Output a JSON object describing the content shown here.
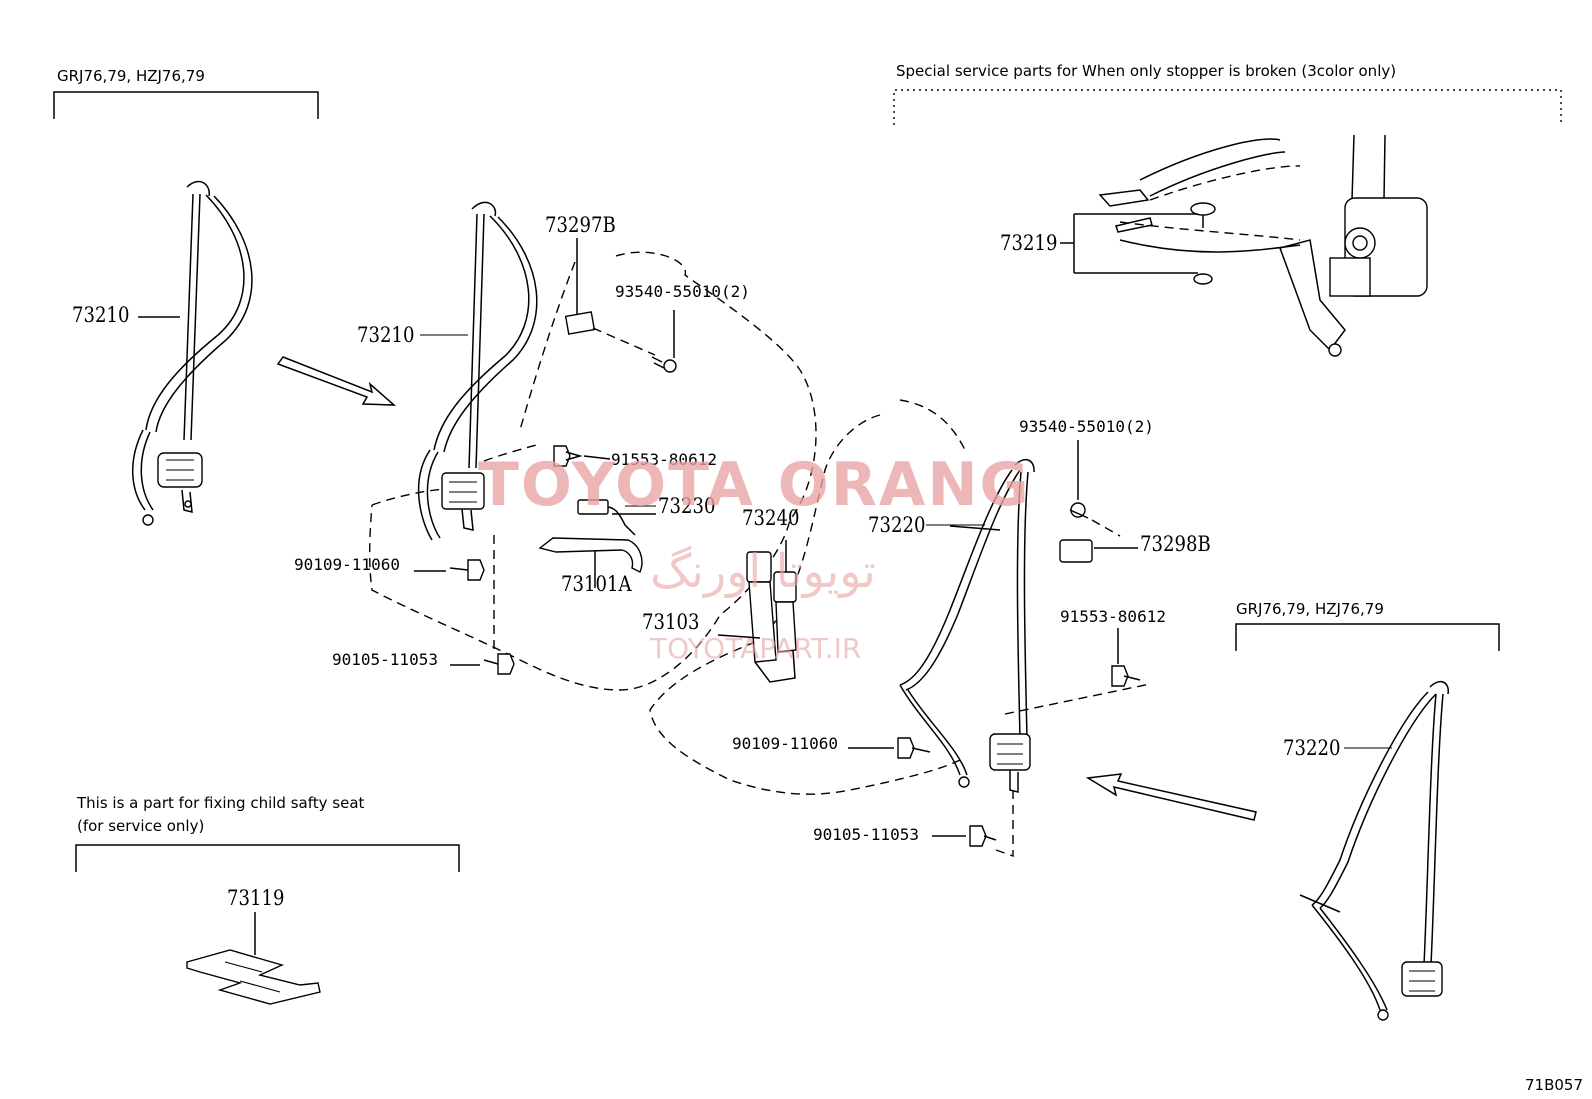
{
  "notes": {
    "top_left_variant": "GRJ76,79, HZJ76,79",
    "top_right_special": "Special service parts for When only stopper is broken (3color only)",
    "bottom_right_variant": "GRJ76,79, HZJ76,79",
    "child_seat_line1": "This is a part for fixing child safty seat",
    "child_seat_line2": "(for service only)"
  },
  "parts": {
    "p73210_a": "73210",
    "p73210_b": "73210",
    "p73297b": "73297B",
    "p93540_a": "93540-55010(2)",
    "p91553_a": "91553-80612",
    "p73230": "73230",
    "p73240": "73240",
    "p73101a": "73101A",
    "p73103": "73103",
    "p90109_a": "90109-11060",
    "p90105_a": "90105-11053",
    "p73219": "73219",
    "p93540_b": "93540-55010(2)",
    "p73220_a": "73220",
    "p73298b": "73298B",
    "p91553_b": "91553-80612",
    "p90109_b": "90109-11060",
    "p90105_b": "90105-11053",
    "p73220_b": "73220",
    "p73119": "73119"
  },
  "drawing_code": "71B057",
  "watermark": {
    "brand": "TOYOTA ORANG",
    "persian": "تویوتا اورنگ",
    "site": "TOYOTAPART.IR"
  }
}
